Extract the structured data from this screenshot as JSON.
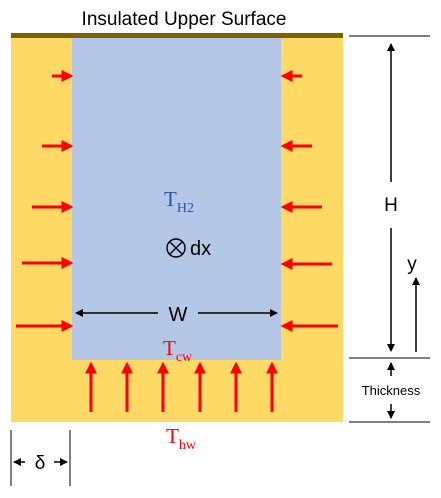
{
  "title": "Insulated Upper Surface",
  "labels": {
    "t_h2": "T",
    "t_h2_sub": "H2",
    "dx": "dx",
    "w": "W",
    "t_cw": "T",
    "t_cw_sub": "cw",
    "t_hw": "T",
    "t_hw_sub": "hw",
    "h": "H",
    "y": "y",
    "thickness": "Thickness",
    "delta": "δ"
  },
  "colors": {
    "wall": "#FFD966",
    "channel": "#B4C7E7",
    "insulation": "#7F6000",
    "heat_arrow": "#FF0000",
    "t_h2_text": "#2F5597",
    "t_cw_text": "#FF0000",
    "t_hw_text": "#FF0000",
    "dimension": "#000000"
  },
  "icons": {
    "dx": "circle-cross-into-page-icon",
    "heat_flux": "red-arrow-icon"
  }
}
